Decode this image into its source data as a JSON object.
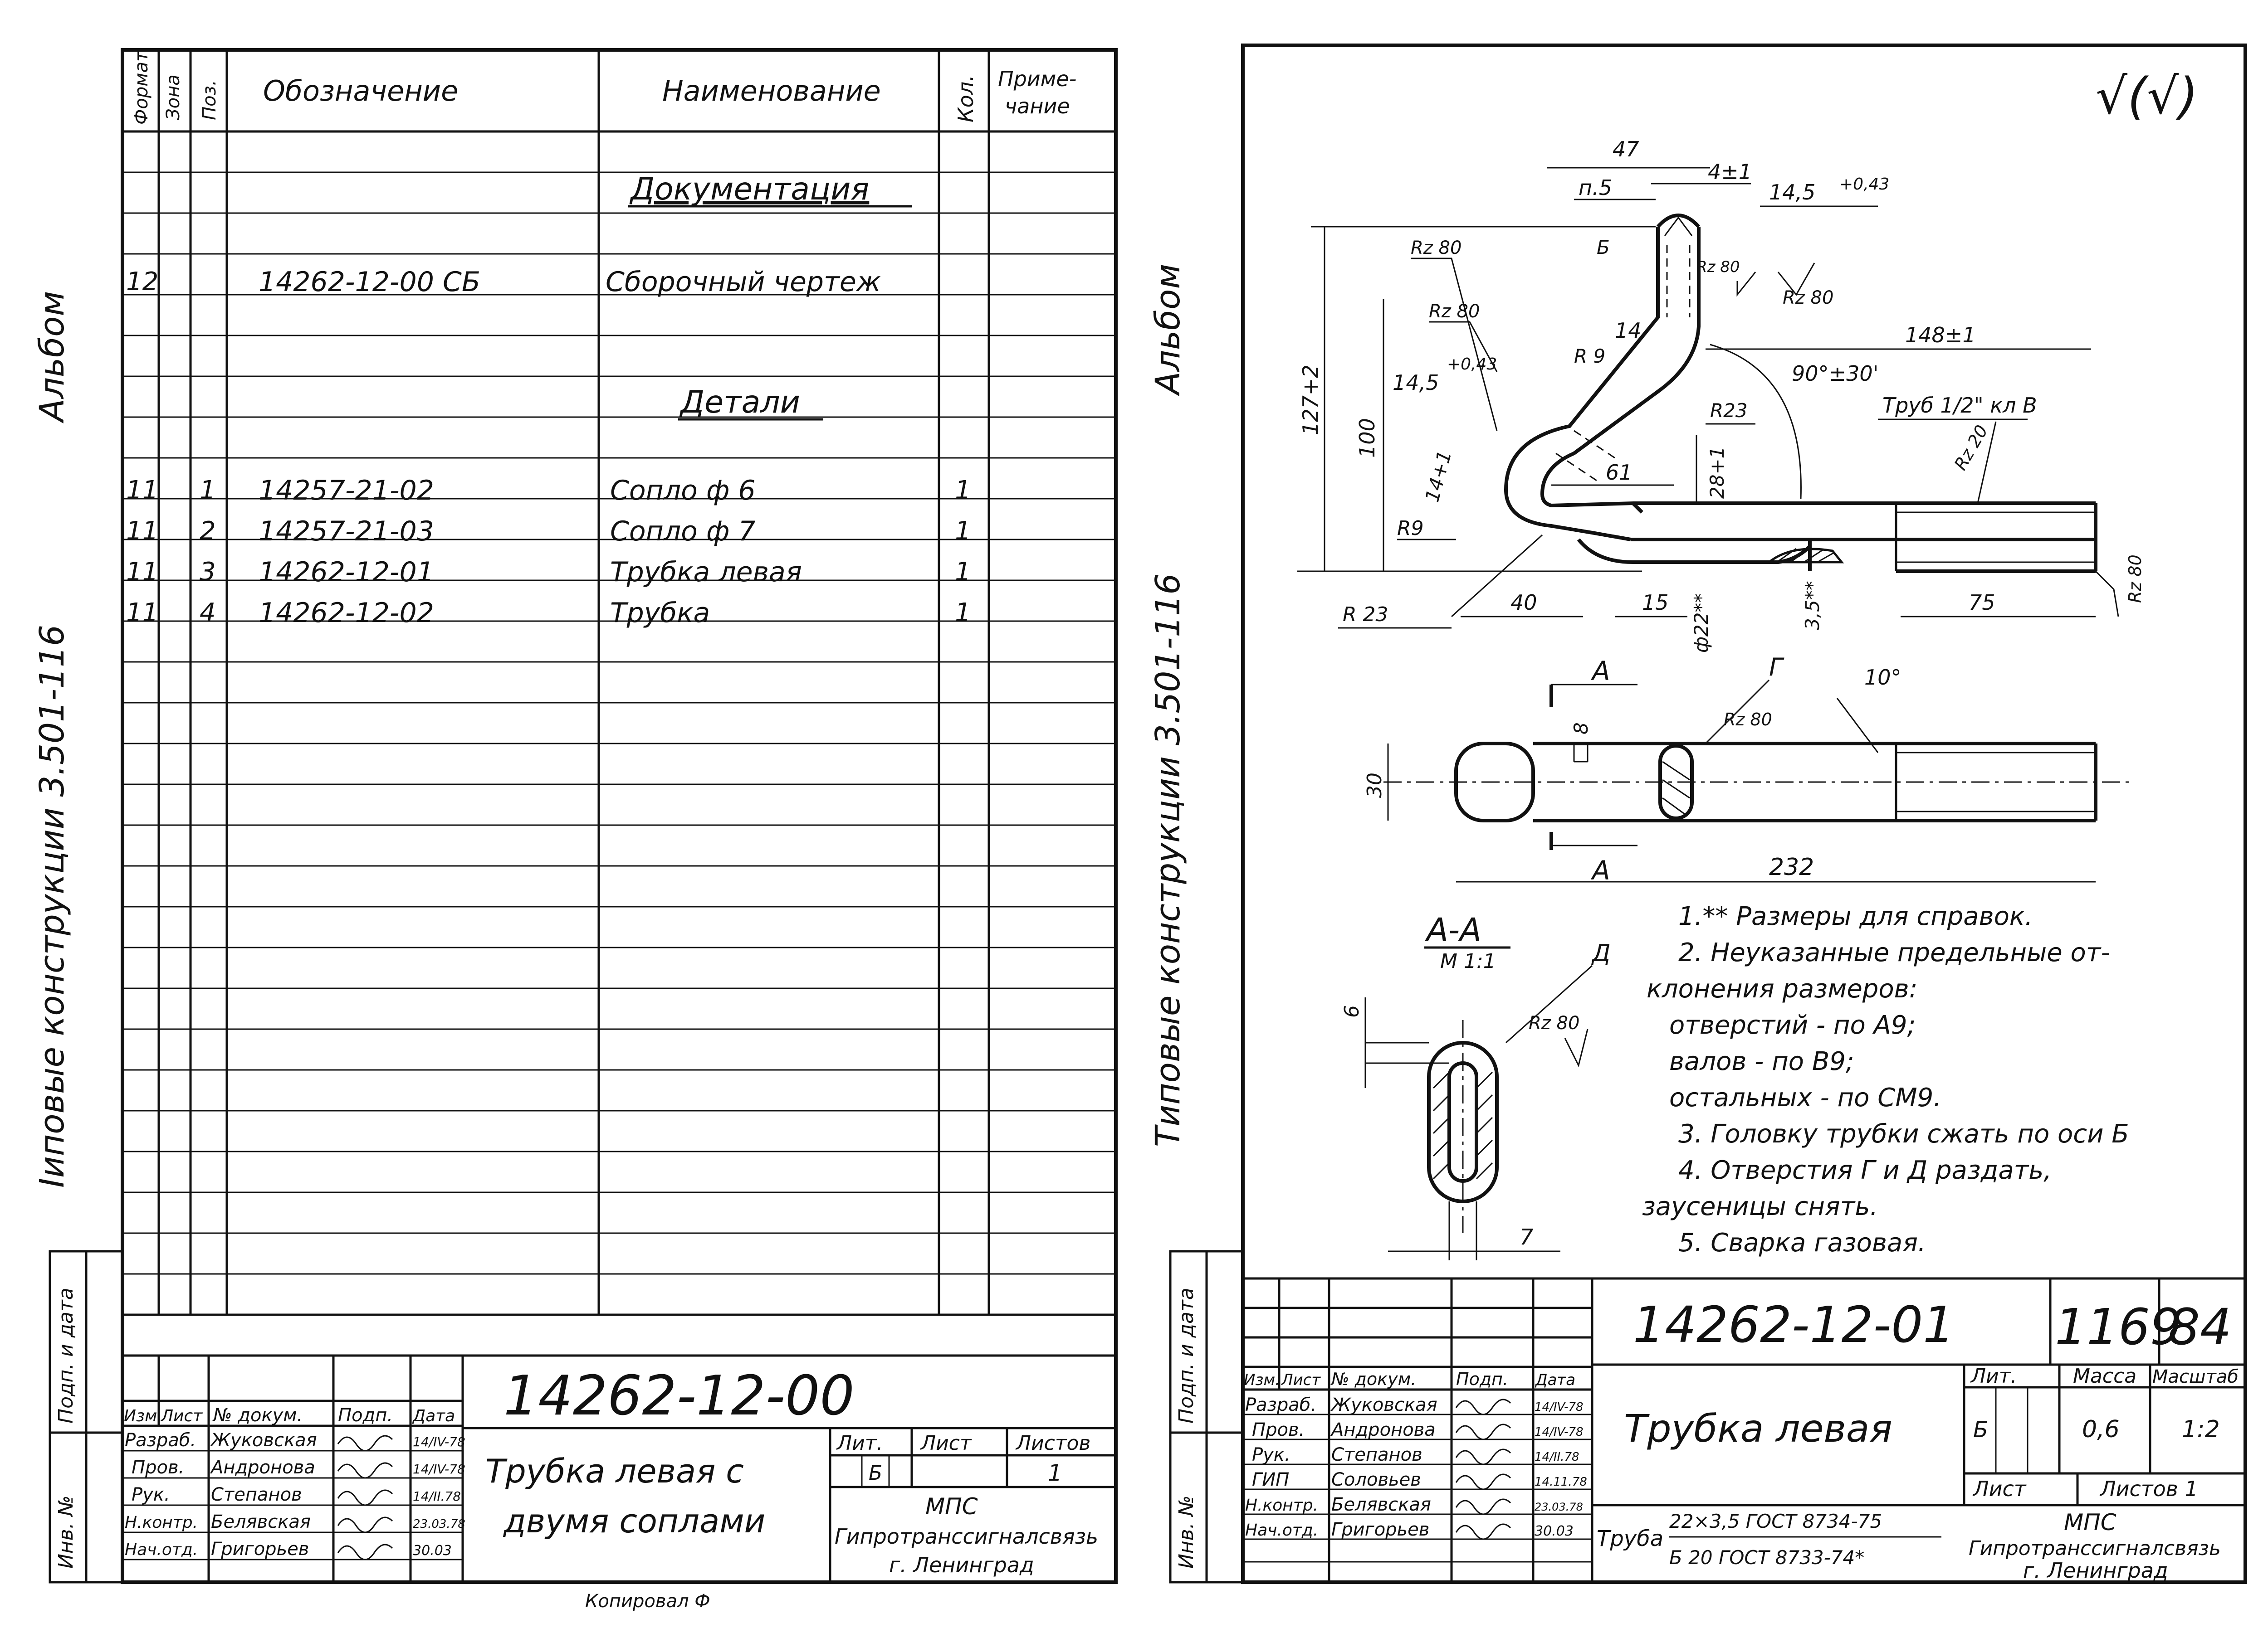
{
  "margin": {
    "album_left": "Альбом",
    "series_left": "Іиповые конструкции 3.501-116",
    "album_right": "Альбом",
    "series_right": "Типовые конструкции 3.501-116",
    "side_sign_left": "Подп. и дата",
    "side_inv_left": "Инв. №",
    "side_sign_right": "Подп. и дата",
    "side_inv_right": "Инв. №"
  },
  "spec": {
    "headers": {
      "format": "Формат",
      "zone": "Зона",
      "pos": "Поз.",
      "designation": "Обозначение",
      "name": "Наименование",
      "qty": "Кол.",
      "note": "Приме-чание"
    },
    "section_docs": "Документация",
    "section_parts": "Детали",
    "rows": [
      {
        "format": "12",
        "pos": "",
        "designation": "14262-12-00 СБ",
        "name": "Сборочный чертеж",
        "qty": ""
      },
      {
        "format": "11",
        "pos": "1",
        "designation": "14257-21-02",
        "name": "Сопло ф 6",
        "qty": "1"
      },
      {
        "format": "11",
        "pos": "2",
        "designation": "14257-21-03",
        "name": "Сопло ф 7",
        "qty": "1"
      },
      {
        "format": "11",
        "pos": "3",
        "designation": "14262-12-01",
        "name": "Трубка левая",
        "qty": "1"
      },
      {
        "format": "11",
        "pos": "4",
        "designation": "14262-12-02",
        "name": "Трубка",
        "qty": "1"
      }
    ]
  },
  "title_left": {
    "doc_number": "14262-12-00",
    "title": [
      "Трубка левая с",
      "двумя соплами"
    ],
    "col_heads": [
      "Изм.",
      "Лист",
      "№ докум.",
      "Подп.",
      "Дата"
    ],
    "people": [
      {
        "role": "Разраб.",
        "name": "Жуковская",
        "date": "14/IV-78"
      },
      {
        "role": "Пров.",
        "name": "Андронова",
        "date": "14/IV-78"
      },
      {
        "role": "Рук.",
        "name": "Степанов",
        "date": "14/II.78"
      },
      {
        "role": "Н.контр.",
        "name": "Белявская",
        "date": "23.03.78"
      },
      {
        "role": "Нач.отд.",
        "name": "Григорьев",
        "date": "30.03"
      }
    ],
    "lit_head": "Лит.",
    "sheet_head": "Лист",
    "sheets_head": "Листов",
    "lit": "Б",
    "sheets": "1",
    "org": [
      "МПС",
      "Гипротранссигналсвязь",
      "г. Ленинград"
    ],
    "bottom_text": "Копировал Ф"
  },
  "drawing": {
    "roughness_sign": "√(√)",
    "dims": {
      "d47": "47",
      "p5": "п.5",
      "d4": "4±1",
      "d14_5_top": "14,5",
      "tol_top": "+0,43",
      "rz80_a": "Rz 80",
      "b_label": "Б",
      "rz80_b": "Rz 80",
      "rz80_c": "Rz 80",
      "rz80_d": "Rz 80",
      "d14": "14",
      "r9_a": "R 9",
      "d148": "148±1",
      "angle90": "90°±30'",
      "d127": "127+2",
      "d100": "100",
      "d14_5_left": "14,5",
      "tol_left": "+0,43",
      "r23_a": "R23",
      "pipe": "Труб 1/2\" кл В",
      "rz20": "Rz 20",
      "d61": "61",
      "d28": "28+1",
      "d14_1": "14+1",
      "r9_b": "R9",
      "r23_b": "R 23",
      "d40": "40",
      "d15": "15",
      "d22": "ф22**",
      "d3_5": "3,5**",
      "d75": "75",
      "rz80_e": "Rz 80",
      "a_top": "А",
      "g_label": "Г",
      "rz80_f": "Rz 80",
      "deg10": "10°",
      "d8": "8",
      "d30": "30",
      "a_bottom": "А",
      "d232": "232",
      "section": "А-А",
      "scale": "М 1:1",
      "d_label": "Д",
      "rz80_g": "Rz 80",
      "d6": "6",
      "d7": "7"
    },
    "notes": [
      "1.** Размеры для справок.",
      "2. Неуказанные предельные от-",
      "клонения размеров:",
      "отверстий    - по А9;",
      "валов          - по В9;",
      "остальных   - по СМ9.",
      "3. Головку трубки сжать по оси Б",
      "4. Отверстия Г и Д раздать,",
      "заусеницы снять.",
      "5. Сварка газовая."
    ]
  },
  "title_right": {
    "doc_number": "14262-12-01",
    "num_a": "1169",
    "num_b": "84",
    "title": "Трубка левая",
    "col_heads": [
      "Изм.",
      "Лист",
      "№ докум.",
      "Подп.",
      "Дата"
    ],
    "people": [
      {
        "role": "Разраб.",
        "name": "Жуковская",
        "date": "14/IV-78"
      },
      {
        "role": "Пров.",
        "name": "Андронова",
        "date": "14/IV-78"
      },
      {
        "role": "Рук.",
        "name": "Степанов",
        "date": "14/II.78"
      },
      {
        "role": "ГИП",
        "name": "Соловьев",
        "date": "14.11.78"
      },
      {
        "role": "Н.контр.",
        "name": "Белявская",
        "date": "23.03.78"
      },
      {
        "role": "Нач.отд.",
        "name": "Григорьев",
        "date": "30.03"
      }
    ],
    "lit_head": "Лит.",
    "mass_head": "Масса",
    "scale_head": "Масштаб",
    "lit": "Б",
    "mass": "0,6",
    "scale": "1:2",
    "sheet_head": "Лист",
    "sheets_label": "Листов 1",
    "material_label": "Труба",
    "material_1": "22×3,5 ГОСТ 8734-75",
    "material_2": "Б 20 ГОСТ 8733-74*",
    "org": [
      "МПС",
      "Гипротранссигналсвязь",
      "г. Ленинград"
    ]
  }
}
